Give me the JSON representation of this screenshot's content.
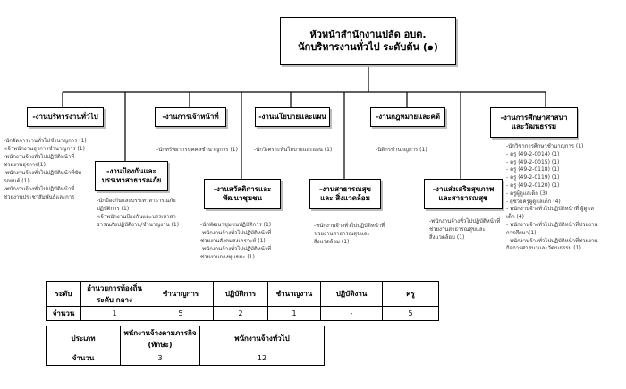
{
  "top": {
    "line1": "หัวหน้าสำนักงานปลัด อบต.",
    "line2": "นักบริหารงานทั่วไป ระดับต้น (๑)"
  },
  "units": [
    {
      "title": "-งานบริหารงานทั่วไป",
      "items": [
        "-นักจัดการงานทั่วไปชำนาญการ (1)",
        "-เจ้าพนักงานธุรการชำนาญการ (1)",
        "-พนักงานจ้างทั่วไปปฏิบัติหน้าที่",
        "ช่วยงานธุรการ(1)",
        "-พนักงานจ้างทั่วไปปฏิบัติหน้าที่ขับ",
        "รถยนต์ (1)",
        "-พนักงานจ้างทั่วไปปฏิบัติหน้าที่",
        "ช่วยงานประชาสัมพันธ์และการ"
      ]
    },
    {
      "title": "-งานป้องกันและ บรรเทาสาธารณภัย",
      "items": [
        "-นักป้องกันและบรรเทาสาธารณภัย",
        "ปฏิบัติการ (1)",
        "-เจ้าพนักงานป้องกันและบรรเทาสา",
        "ธารณภัยปฏิบัติงาน/ชำนาญงาน (1)"
      ]
    },
    {
      "title": "-งานการเจ้าหน้าที่",
      "items": [
        "-นักทรัพยากรบุคคลชำนาญการ (1)"
      ]
    },
    {
      "title": "-งานสวัสดิการและ พัฒนาชุมชน",
      "items": [
        "-นักพัฒนาชุมชนปฏิบัติการ (1)",
        "-พนักงานจ้างทั่วไปปฏิบัติหน้าที่",
        "ช่วยงานสังคมสงเคราะห์ (1)",
        "-พนักงานจ้างทั่วไปปฏิบัติหน้าที่",
        "ช่วยงานกองทุนขยะ (1)"
      ]
    },
    {
      "title": "-งานนโยบายและแผน",
      "items": [
        "-นักวิเคราะห์นโยบายและแผน (1)"
      ]
    },
    {
      "title": "-งานสาธารณสุขและ สิ่งแวดล้อม",
      "items": [
        "-พนักงานจ้างทั่วไปปฏิบัติหน้าที่",
        "ช่วยงานสาธารณสุขและ",
        "สิ่งแวดล้อม (1)"
      ]
    },
    {
      "title": "-งานกฎหมายและคดี",
      "items": [
        "-นิติกรชำนาญการ (1)"
      ]
    },
    {
      "title": "-งานส่งเสริมสุขภาพ และสาธารณสุข",
      "items": [
        "-พนักงานจ้างทั่วไปปฏิบัติหน้าที่",
        "ช่วยงานสาธารณสุขและ",
        "สิ่งแวดล้อม (1)"
      ]
    },
    {
      "title": "-งานการศึกษาศาสนา และวัฒนธรรม",
      "items": [
        "-นักวิชาการศึกษาชำนาญการ (1)",
        "- ครู (49-2-0014) (1)",
        "- ครู (49-2-0015) (1)",
        "- ครู (49-2-0118) (1)",
        "- ครู (49-2-0119) (1)",
        "- ครู (49-2-0120) (1)",
        "- ครูผู้ดูแลเด็ก (3)",
        "- ผู้ช่วยครูผู้ดูแลเด็ก (4)",
        "- พนักงานจ้างทั่วไปปฏิบัติหน้าที่ ผู้ดูแล",
        "เด็ก (4)",
        "- พนักงานจ้างทั่วไปปฏิบัติหน้าที่ช่วยงาน",
        "การศึกษา(1)",
        "- พนักงานจ้างทั่วไปปฏิบัติหน้าที่ช่วยงาน",
        "กิจการศาสนาและวัฒนธรรม (1)"
      ]
    }
  ],
  "table1": {
    "headers": [
      "ระดับ",
      "อำนวยการท้องถิ่น ระดับ กลาง",
      "ชำนาญการ",
      "ปฏิบัติการ",
      "ชำนาญงาน",
      "ปฏิบัติงาน",
      "ครู"
    ],
    "row_label": "จำนวน",
    "values": [
      "1",
      "5",
      "2",
      "1",
      "-",
      "5"
    ]
  },
  "table2": {
    "headers": [
      "ประเภท",
      "พนักงานจ้างตามภารกิจ (ทักษะ)",
      "พนักงานจ้างทั่วไป"
    ],
    "row_label": "จำนวน",
    "values": [
      "3",
      "12"
    ]
  }
}
